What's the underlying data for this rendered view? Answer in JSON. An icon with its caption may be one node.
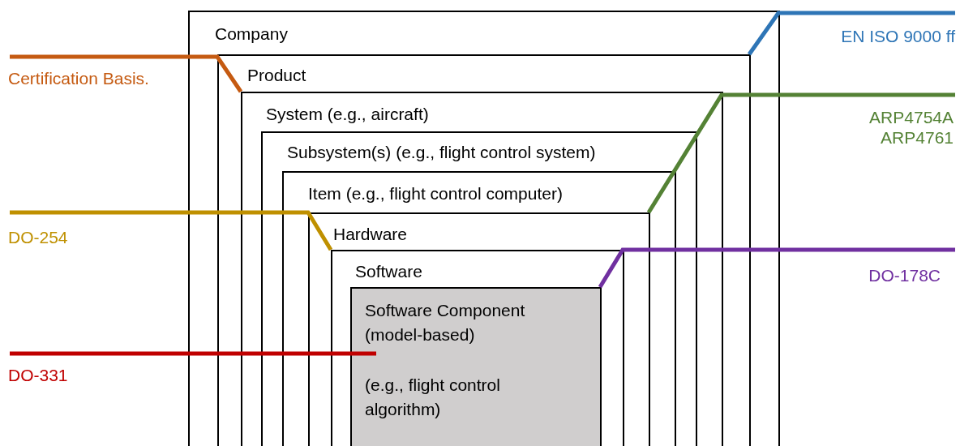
{
  "diagram": {
    "nodes": [
      {
        "text": [
          "Company"
        ]
      },
      {
        "text": [
          "Product"
        ],
        "in": 0
      },
      {
        "text": [
          "System (e.g., aircraft)"
        ],
        "in": 1
      },
      {
        "text": [
          "Subsystem(s)  (e.g., flight control system)"
        ],
        "in": 2
      },
      {
        "text": [
          "Item (e.g., flight control computer)"
        ],
        "in": 3
      },
      {
        "text": [
          "Hardware"
        ],
        "in": 4
      },
      {
        "text": [
          "Software"
        ],
        "in": 5
      },
      {
        "text": [
          "Software Component (model-based)",
          "(e.g., flight control algorithm)"
        ],
        "in": 6
      },
      {
        "text": [
          "Certification Basis."
        ]
      },
      {
        "text": [
          "DO-254"
        ]
      },
      {
        "text": [
          "DO-331"
        ]
      },
      {
        "text": [
          "EN ISO 9000 ff"
        ]
      },
      {
        "text": [
          "ARP4754A",
          "ARP4761"
        ]
      },
      {
        "text": [
          "DO-178C"
        ]
      }
    ],
    "edges": [
      {
        "from": 8,
        "to": 1,
        "arrow": "none",
        "color": "#c55a11"
      },
      {
        "from": 9,
        "to": 5,
        "arrow": "none",
        "color": "#bf9000"
      },
      {
        "from": 10,
        "to": 7,
        "arrow": "none",
        "color": "#c00000"
      },
      {
        "from": 11,
        "to": 0,
        "arrow": "none",
        "color": "#2e75b6"
      },
      {
        "from": 12,
        "to": 2,
        "arrow": "none",
        "color": "#548235"
      },
      {
        "from": 13,
        "to": 6,
        "arrow": "none",
        "color": "#7030a0"
      }
    ]
  }
}
